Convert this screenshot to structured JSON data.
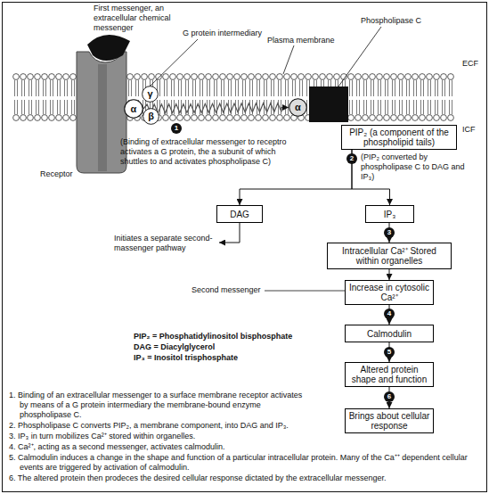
{
  "diagram": {
    "nodes": [
      {
        "text": [
          "α"
        ]
      },
      {
        "text": [
          "γ"
        ]
      },
      {
        "text": [
          "β"
        ]
      },
      {
        "text": [
          "α"
        ]
      },
      {
        "text": [
          "PIP₂ (a component of the phospholipid tails)"
        ]
      },
      {
        "text": [
          "DAG"
        ]
      },
      {
        "text": [
          "IP₃"
        ]
      },
      {
        "text": [
          "Intracellular Ca²⁺ Stored within organelles"
        ]
      },
      {
        "text": [
          "Increase in cytosolic Ca²⁺"
        ]
      },
      {
        "text": [
          "Calmodulin"
        ]
      },
      {
        "text": [
          "Altered protein shape and function"
        ]
      },
      {
        "text": [
          "Brings about cellular response"
        ]
      }
    ],
    "edges": [
      {
        "from": 0,
        "to": 3,
        "arrow": "to"
      },
      {
        "from": 4,
        "to": 5,
        "arrow": "to"
      },
      {
        "from": 4,
        "to": 6,
        "arrow": "to"
      },
      {
        "from": 6,
        "to": 7,
        "arrow": "to"
      },
      {
        "from": 7,
        "to": 8,
        "arrow": "to"
      },
      {
        "from": 8,
        "to": 9,
        "arrow": "to"
      },
      {
        "from": 9,
        "to": 10,
        "arrow": "to"
      },
      {
        "from": 10,
        "to": 11,
        "arrow": "to"
      }
    ],
    "labels": [
      "First messenger, an extracellular chemical messenger",
      "G protein intermediary",
      "Plasma membrane",
      "Phospholipase C",
      "ECF",
      "ICF",
      "Receptor",
      "1",
      "(Binding of extracellular messenger to receptro activates a G protein, the a subunit of which shuttles to and activates phospholipase C)",
      "2",
      "(PIP₂ converted by phospholipase C to DAG and IP₃)",
      "Initiates a separate second-massenger pathway",
      "3",
      "Second messenger",
      "4",
      "PIP₂ = Phosphatidylinositol bisphosphate",
      "DAG = Diacylglycerol",
      "IP₃ = Inositol trisphosphate",
      "5",
      "6",
      "1. Binding of an extracellular messenger to a surface membrane receptor activates by means of a G protein intermediary the membrane-bound enzyme phospholipase C.",
      "2. Phospholipase C converts PIP₂, a membrane component, into DAG and IP₃.",
      "3. IP₃ in turn mobilizes Ca²⁺ stored within organelles.",
      "4. Ca²⁺, acting as a second messenger, activates calmodulin.",
      "5. Calmodulin induces a change in the shape and function of a particular intracellular protein. Many of the Ca⁺⁺ dependent cellular events are triggered by activation of calmodulin.",
      "6. The altered protein then prodeces the desired cellular response dictated by the extracellular messenger."
    ]
  }
}
